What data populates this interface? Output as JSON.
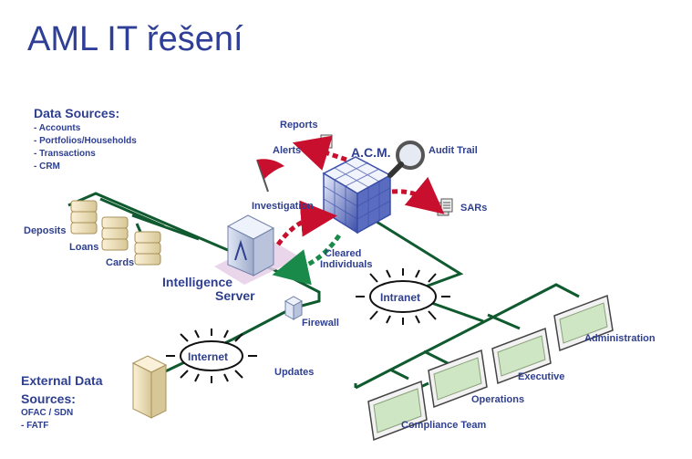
{
  "title": "AML IT řešení",
  "data_sources": {
    "heading": "Data Sources:",
    "items": [
      "Accounts",
      "Portfolios/Households",
      "Transactions",
      "CRM"
    ]
  },
  "external_sources": {
    "heading_line1": "External Data",
    "heading_line2": "Sources:",
    "line1": "OFAC / SDN",
    "line2": "FATF"
  },
  "labels": {
    "deposits": "Deposits",
    "loans": "Loans",
    "cards": "Cards",
    "intelligence_server_line1": "Intelligence",
    "intelligence_server_line2": "Server",
    "firewall": "Firewall",
    "internet": "Internet",
    "updates": "Updates",
    "intranet": "Intranet",
    "reports": "Reports",
    "alerts": "Alerts",
    "acm": "A.C.M.",
    "audit_trail": "Audit Trail",
    "investigation": "Investigation",
    "sars": "SARs",
    "cleared_line1": "Cleared",
    "cleared_line2": "Individuals",
    "administration": "Administration",
    "executive": "Executive",
    "operations": "Operations",
    "compliance_team": "Compliance Team"
  },
  "colors": {
    "title": "#2f3f97",
    "text": "#2e3f8f",
    "network_line": "#0f5a2e",
    "red_arrow": "#c8102e",
    "green_arrow": "#1a8a4a"
  }
}
